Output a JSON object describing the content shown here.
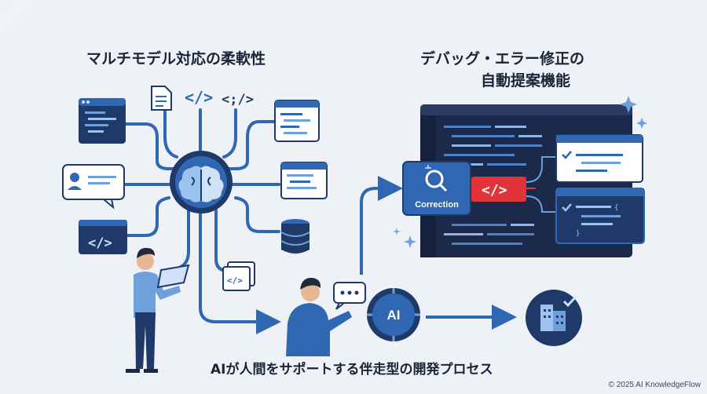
{
  "titles": {
    "left": "マルチモデル対応の柔軟性",
    "right_line1": "デバッグ・エラー修正の",
    "right_line2": "自動提案機能",
    "bottom": "AIが人間をサポートする伴走型の開発プロセス"
  },
  "labels": {
    "correction": "Correction",
    "ai_badge": "AI",
    "code_tag": "</>",
    "code_tag_alt": "<;/>"
  },
  "copyright": "© 2025 AI KnowledgeFlow",
  "colors": {
    "background": "#eef2f7",
    "navy": "#1f3a68",
    "blue": "#2f67b3",
    "light_blue": "#6ea0dc",
    "error_red": "#e0343a",
    "panel_dark": "#1b2a4a"
  },
  "icons": [
    "code-window-icon",
    "document-icon",
    "code-tag-icon",
    "chat-user-icon",
    "database-icon",
    "brain-icon",
    "magnifier-icon",
    "error-code-icon",
    "check-icon",
    "building-icon",
    "person-icon",
    "sparkle-icon"
  ]
}
